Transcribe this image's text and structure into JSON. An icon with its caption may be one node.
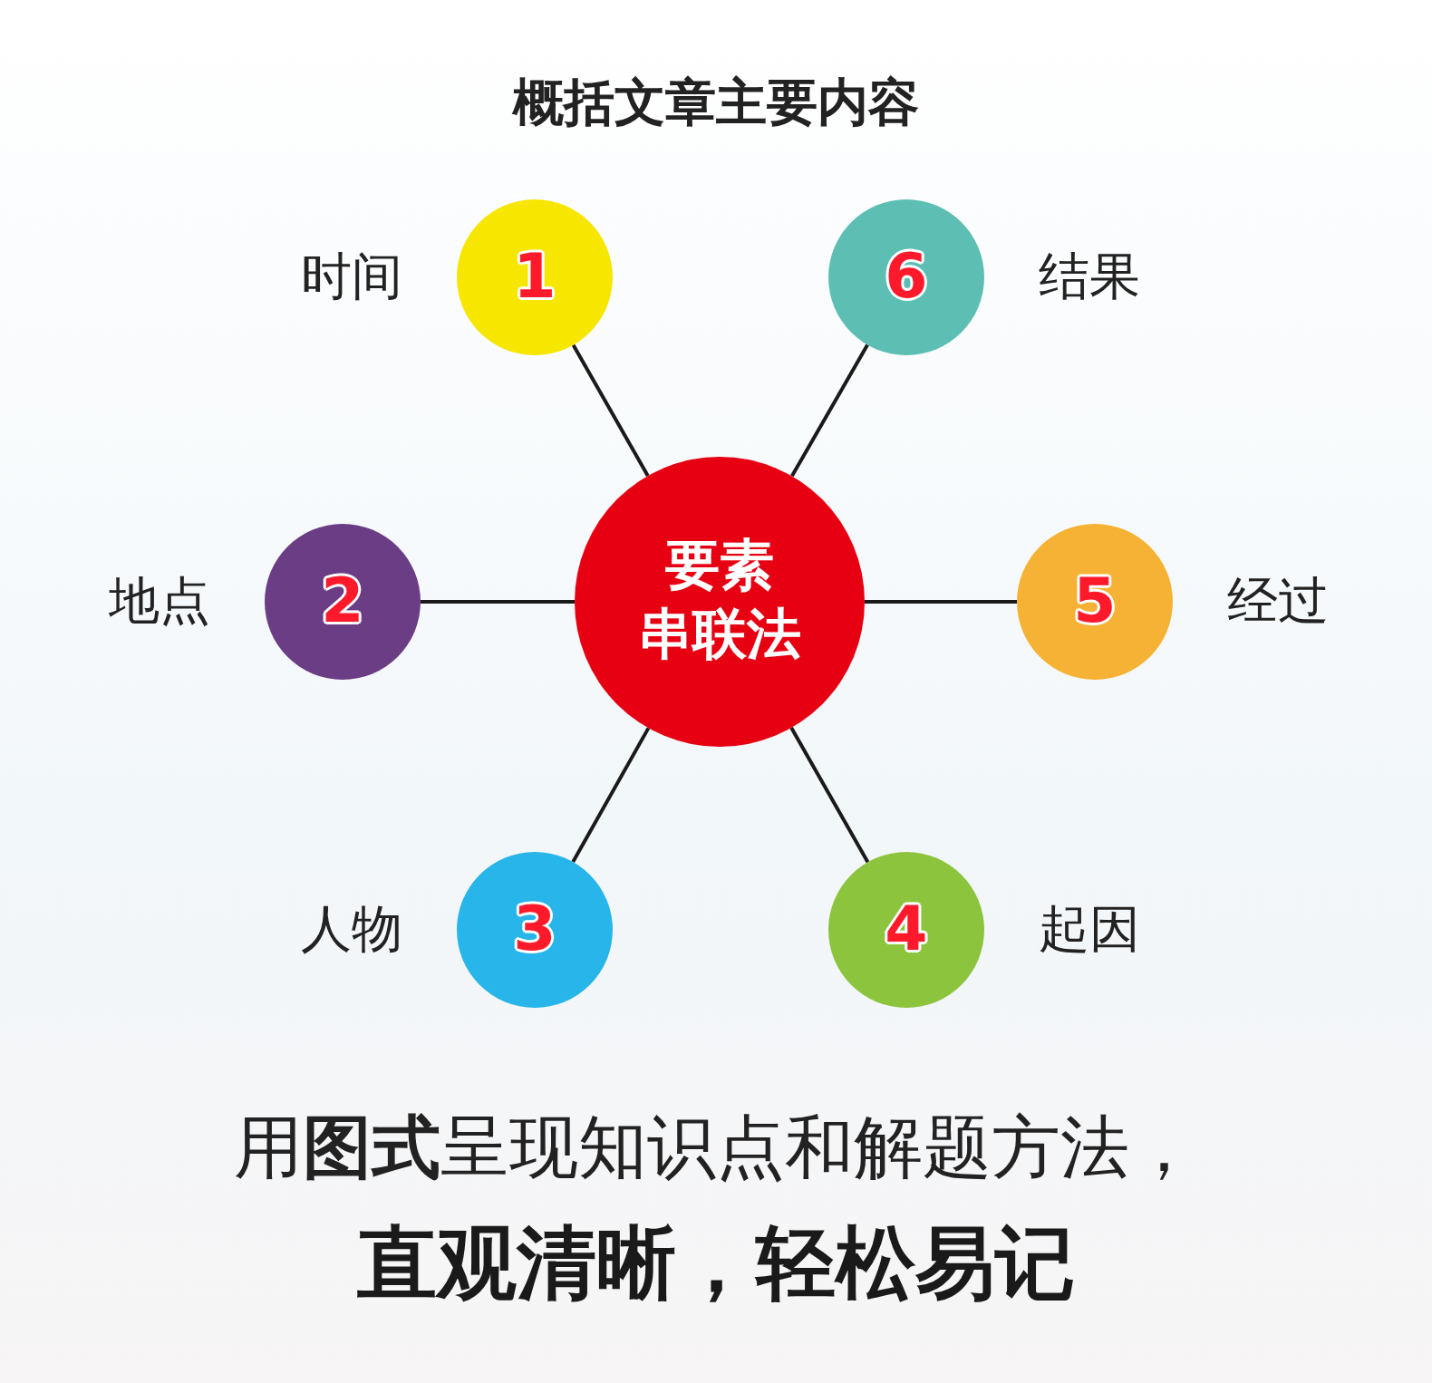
{
  "diagram": {
    "title": "概括文章主要内容",
    "nodes": [
      {
        "text": [
          "要素串联法"
        ]
      },
      {
        "text": [
          "1"
        ],
        "beside": [
          "时间"
        ]
      },
      {
        "text": [
          "6"
        ],
        "beside": [
          "结果"
        ]
      },
      {
        "text": [
          "2"
        ],
        "beside": [
          "地点"
        ]
      },
      {
        "text": [
          "5"
        ],
        "beside": [
          "经过"
        ]
      },
      {
        "text": [
          "3"
        ],
        "beside": [
          "人物"
        ]
      },
      {
        "text": [
          "4"
        ],
        "beside": [
          "起因"
        ]
      }
    ],
    "edges": [
      {
        "from": 0,
        "to": 1,
        "arrow": "none"
      },
      {
        "from": 0,
        "to": 2,
        "arrow": "none"
      },
      {
        "from": 0,
        "to": 3,
        "arrow": "none"
      },
      {
        "from": 0,
        "to": 4,
        "arrow": "none"
      },
      {
        "from": 0,
        "to": 5,
        "arrow": "none"
      },
      {
        "from": 0,
        "to": 6,
        "arrow": "none"
      }
    ],
    "labels": [
      "用**图式**呈现知识点和解题方法，",
      "直观清晰，轻松易记"
    ]
  }
}
